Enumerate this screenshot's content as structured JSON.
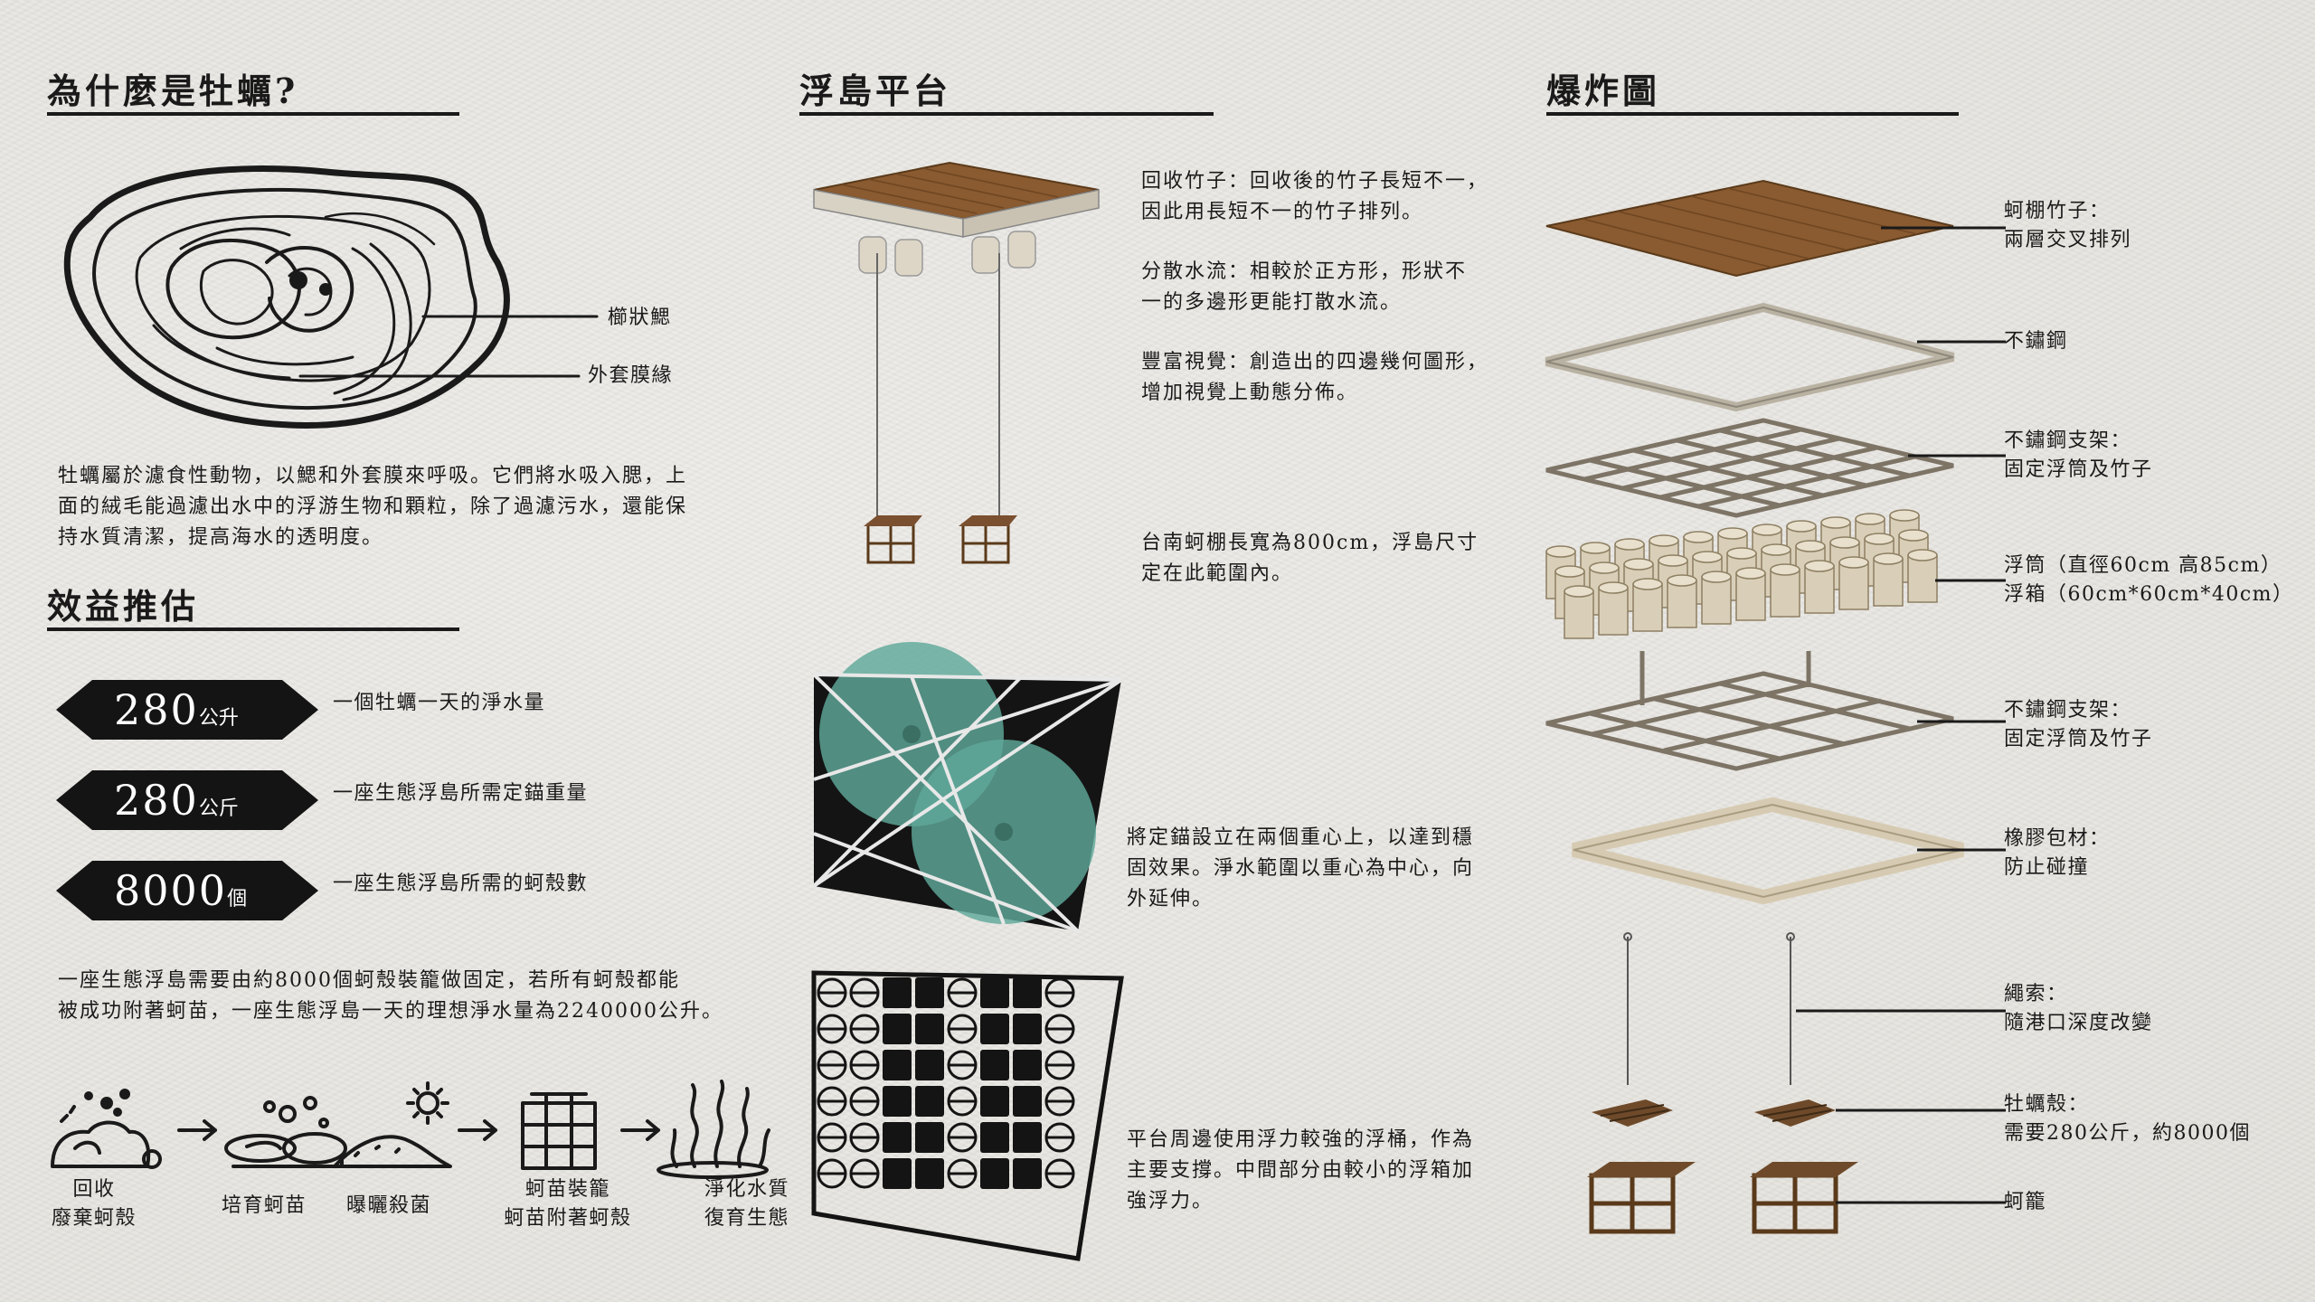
{
  "section1": {
    "title": "為什麼是牡蠣?",
    "label_gill": "櫛狀鰓",
    "label_mantle": "外套膜緣",
    "description_lines": [
      "牡蠣屬於濾食性動物，以鰓和外套膜來呼吸。它們將水吸入腮，上",
      "面的絨毛能過濾出水中的浮游生物和顆粒，除了過濾污水，還能保",
      "持水質清潔，提高海水的透明度。"
    ]
  },
  "section2": {
    "title": "效益推估",
    "badges": [
      {
        "value": "280",
        "unit": "公升",
        "desc": "一個牡蠣一天的淨水量"
      },
      {
        "value": "280",
        "unit": "公斤",
        "desc": "一座生態浮島所需定錨重量"
      },
      {
        "value": "8000",
        "unit": "個",
        "desc": "一座生態浮島所需的蚵殼數"
      }
    ],
    "summary_lines": [
      "一座生態浮島需要由約8000個蚵殼裝籠做固定，若所有蚵殼都能",
      "被成功附著蚵苗，一座生態浮島一天的理想淨水量為2240000公升。"
    ],
    "process": [
      {
        "icon": "oyster-shell-pile-icon",
        "lines": [
          "回收",
          "廢棄蚵殼"
        ]
      },
      {
        "icon": "oyster-seedling-icon",
        "lines": [
          "培育蚵苗"
        ]
      },
      {
        "icon": "sun-drying-icon",
        "lines": [
          "曝曬殺菌"
        ]
      },
      {
        "icon": "cage-icon",
        "lines": [
          "蚵苗裝籠",
          "蚵苗附著蚵殼"
        ]
      },
      {
        "icon": "seaweed-icon",
        "lines": [
          "淨化水質",
          "復育生態"
        ]
      }
    ]
  },
  "section3": {
    "title": "浮島平台",
    "para1_lines": [
      "回收竹子：回收後的竹子長短不一，",
      "因此用長短不一的竹子排列。"
    ],
    "para2_lines": [
      "分散水流：相較於正方形，形狀不",
      "一的多邊形更能打散水流。"
    ],
    "para3_lines": [
      "豐富視覺：創造出的四邊幾何圖形，",
      "增加視覺上動態分佈。"
    ],
    "para4_lines": [
      "台南蚵棚長寬為800cm，浮島尺寸",
      "定在此範圍內。"
    ],
    "para5_lines": [
      "將定錨設立在兩個重心上，以達到穩",
      "固效果。淨水範圍以重心為中心，向",
      "外延伸。"
    ],
    "para6_lines": [
      "平台周邊使用浮力較強的浮桶，作為",
      "主要支撐。中間部分由較小的浮箱加",
      "強浮力。"
    ]
  },
  "section4": {
    "title": "爆炸圖",
    "layers": [
      {
        "lines": [
          "蚵棚竹子：",
          "兩層交叉排列"
        ]
      },
      {
        "lines": [
          "不鏽鋼"
        ]
      },
      {
        "lines": [
          "不鏽鋼支架：",
          "固定浮筒及竹子"
        ]
      },
      {
        "lines": [
          "浮筒（直徑60cm 高85cm）",
          "浮箱（60cm*60cm*40cm）"
        ]
      },
      {
        "lines": [
          "不鏽鋼支架：",
          "固定浮筒及竹子"
        ]
      },
      {
        "lines": [
          "橡膠包材：",
          "防止碰撞"
        ]
      },
      {
        "lines": [
          "繩索：",
          "隨港口深度改變"
        ]
      },
      {
        "lines": [
          "牡蠣殼：",
          "需要280公斤，約8000個"
        ]
      },
      {
        "lines": [
          "蚵籠"
        ]
      }
    ]
  },
  "colors": {
    "ink": "#1a1a1a",
    "teal": "#5fa89a",
    "wood": "#8a5a30",
    "paper": "#e9e7e3"
  }
}
